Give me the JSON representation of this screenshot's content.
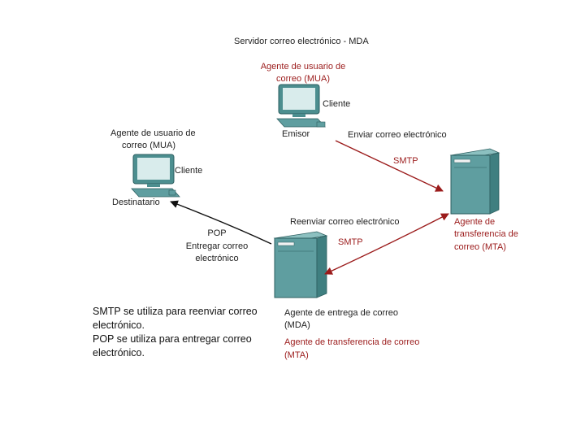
{
  "diagram": {
    "title": "Servidor correo electrónico - MDA",
    "sender": {
      "mua_line1": "Agente de usuario de",
      "mua_line2": "correo (MUA)",
      "client": "Cliente",
      "role": "Emisor"
    },
    "recipient": {
      "mua_line1": "Agente de usuario de",
      "mua_line2": "correo (MUA)",
      "client": "Cliente",
      "role": "Destinatario"
    },
    "send_label": "Enviar correo electrónico",
    "smtp_top": "SMTP",
    "mta_server": {
      "line1": "Agente de",
      "line2": "transferencia de",
      "line3": "correo (MTA)"
    },
    "forward_label": "Reenviar correo electrónico",
    "smtp_bottom": "SMTP",
    "pop": {
      "line1": "POP",
      "line2": "Entregar correo",
      "line3": "electrónico"
    },
    "mda_server": {
      "mda_line1": "Agente de entrega de correo",
      "mda_line2": "(MDA)",
      "mta_line1": "Agente de transferencia de correo",
      "mta_line2": "(MTA)"
    },
    "summary": [
      "SMTP se utiliza para reenviar correo",
      "electrónico.",
      "POP se utiliza para entregar correo",
      "electrónico."
    ]
  },
  "colors": {
    "red_accent": "#9b1b1b",
    "server_teal": "#5f9ea0",
    "frame_border": "#cfcfcf"
  }
}
